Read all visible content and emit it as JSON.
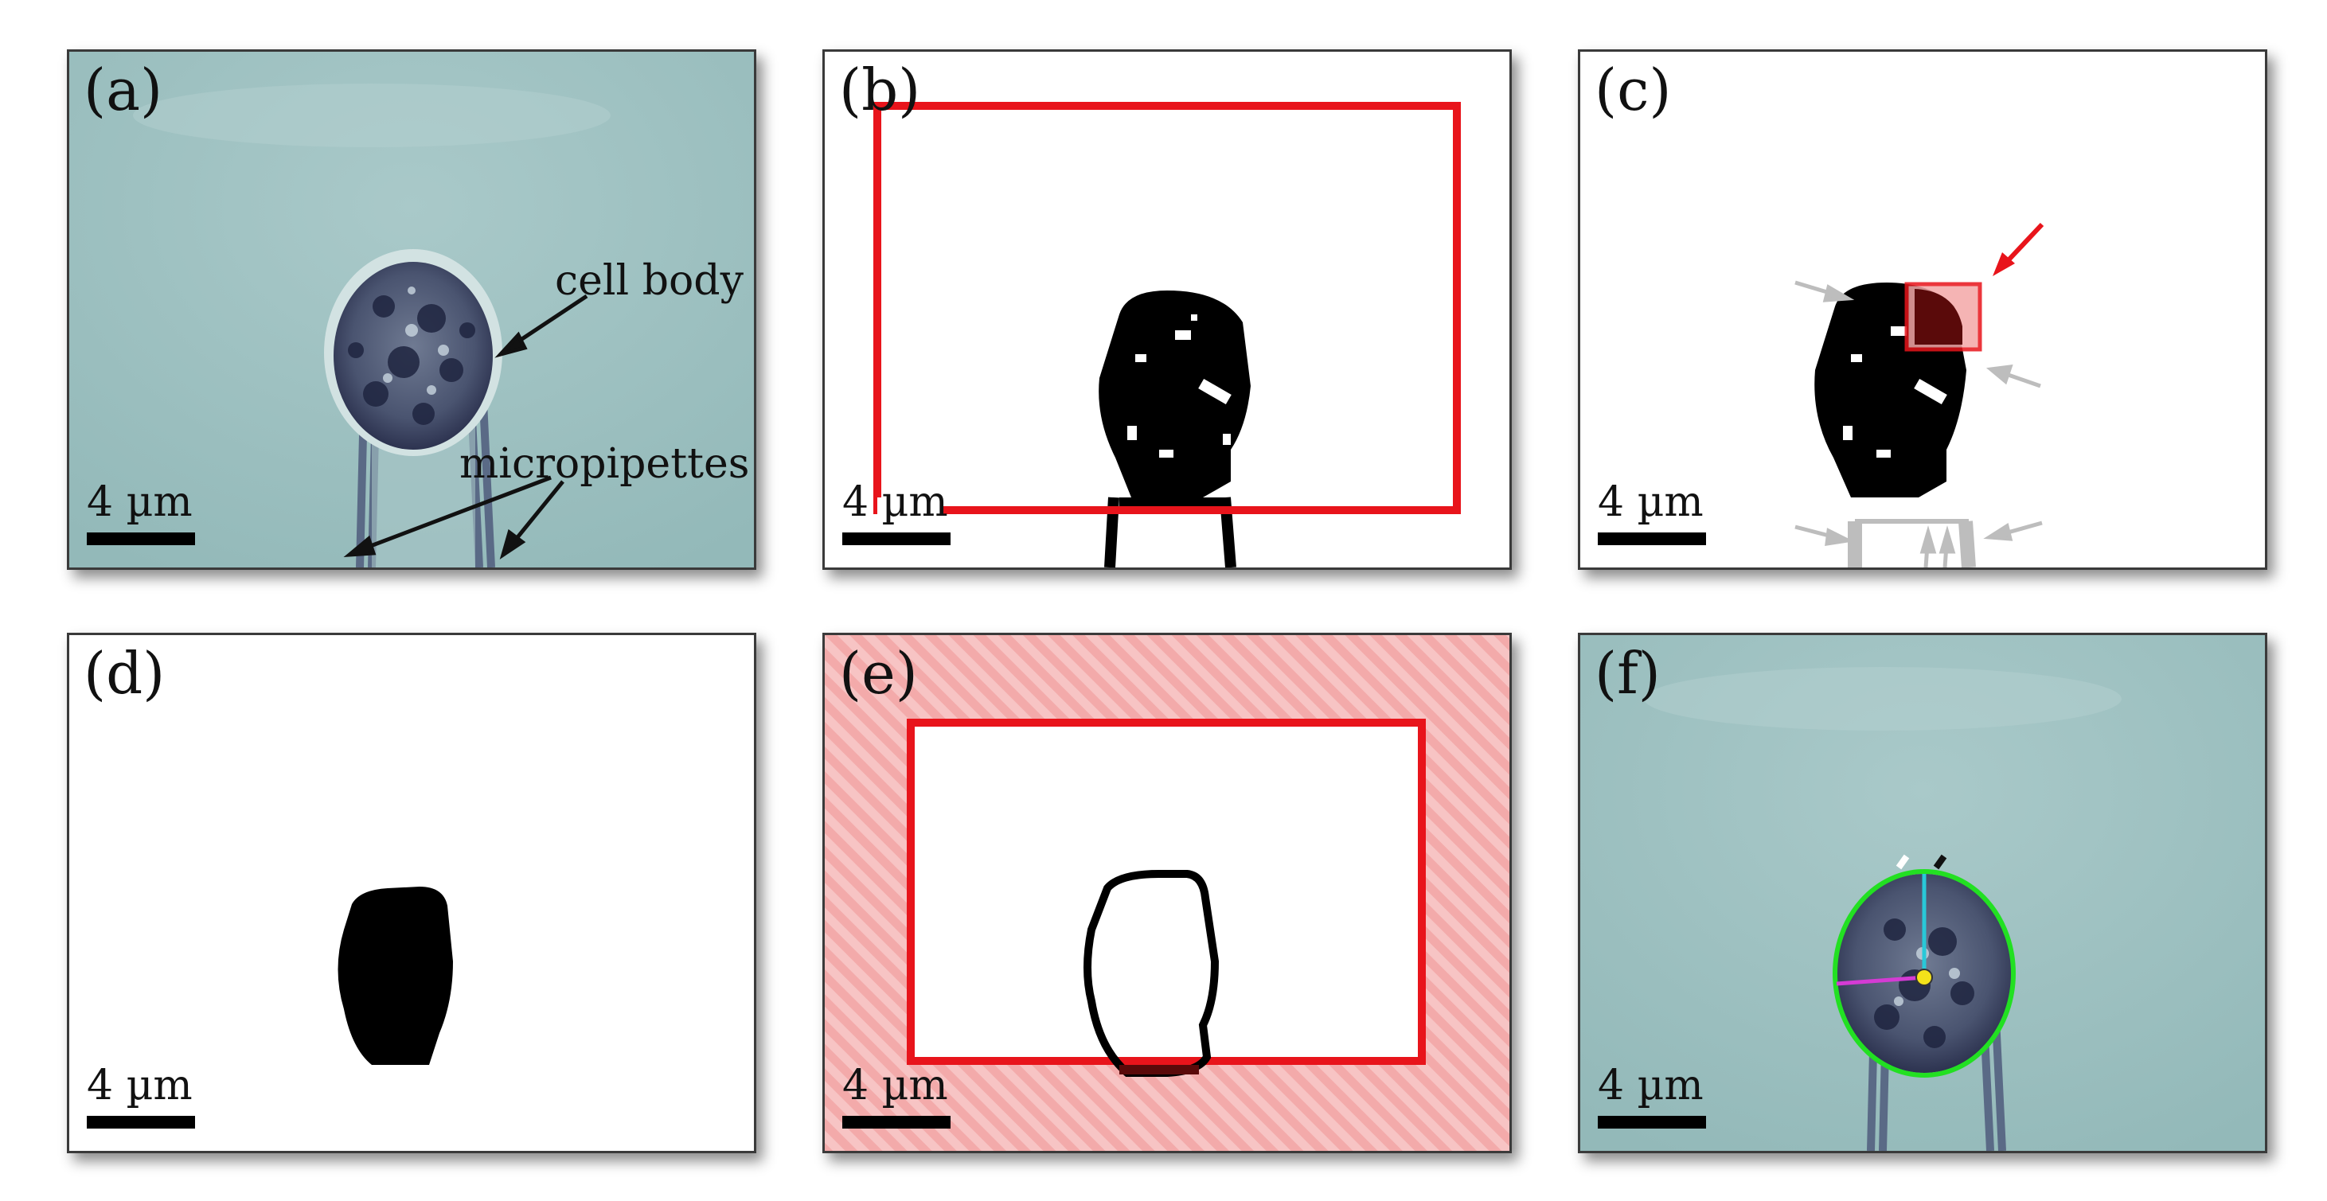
{
  "panels": [
    {
      "label": "(a)",
      "scale": "4 µm"
    },
    {
      "label": "(b)",
      "scale": "4 µm"
    },
    {
      "label": "(c)",
      "scale": "4 µm"
    },
    {
      "label": "(d)",
      "scale": "4 µm"
    },
    {
      "label": "(e)",
      "scale": "4 µm"
    },
    {
      "label": "(f)",
      "scale": "4 µm"
    }
  ],
  "annotations": {
    "cell_body": "cell body",
    "micropipettes": "micropipettes"
  },
  "colors": {
    "micrograph_bg": "#9fc2c2",
    "highlight_red": "#e8141b",
    "hatch_pink": "#f7b6b6",
    "fit_circle": "#22e022",
    "radius_cyan": "#29c8d8",
    "radius_magenta": "#d43bd4",
    "center_yellow": "#f4e21a",
    "arrow_gray": "#bdbdbd"
  }
}
